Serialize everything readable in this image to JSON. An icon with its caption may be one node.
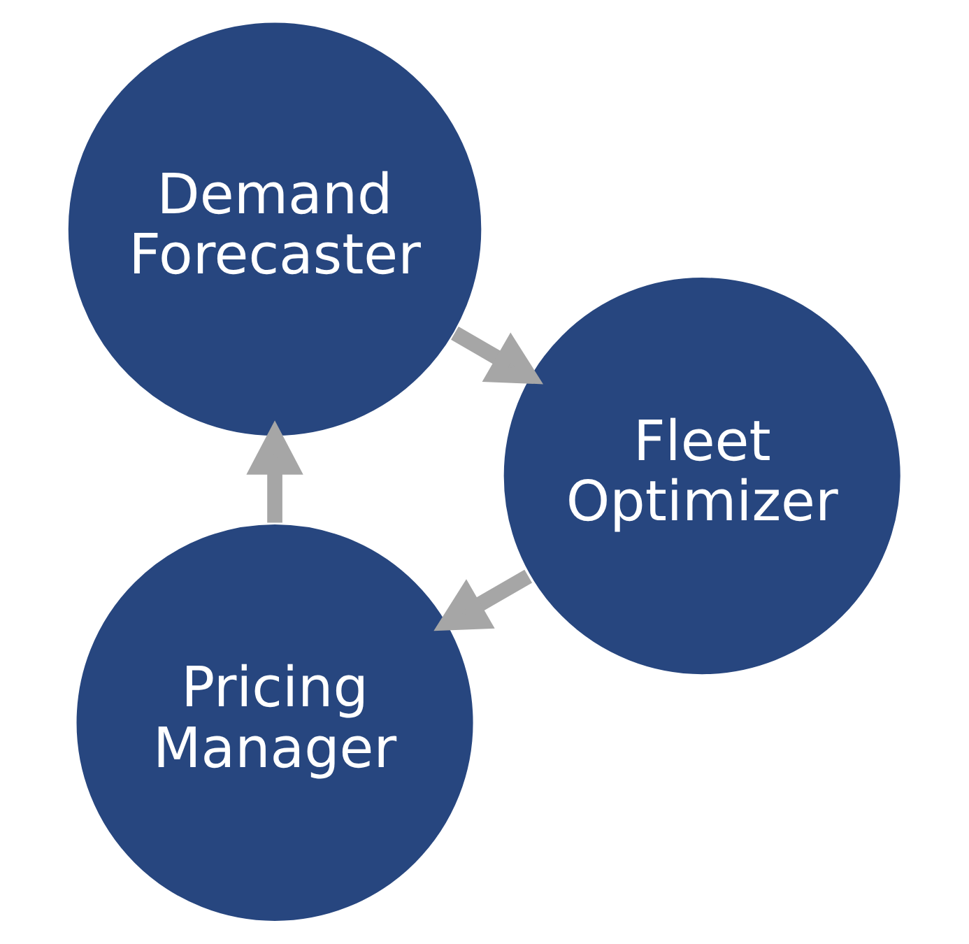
{
  "diagram": {
    "nodes": [
      {
        "text": [
          "Pricing Manager"
        ]
      },
      {
        "text": [
          "Demand Forecaster"
        ]
      },
      {
        "text": [
          "Fleet Optimizer"
        ]
      }
    ],
    "edges": [
      {
        "from": 0,
        "to": 1,
        "arrow": "to"
      },
      {
        "from": 1,
        "to": 2,
        "arrow": "to"
      },
      {
        "from": 2,
        "to": 0,
        "arrow": "to"
      }
    ]
  }
}
